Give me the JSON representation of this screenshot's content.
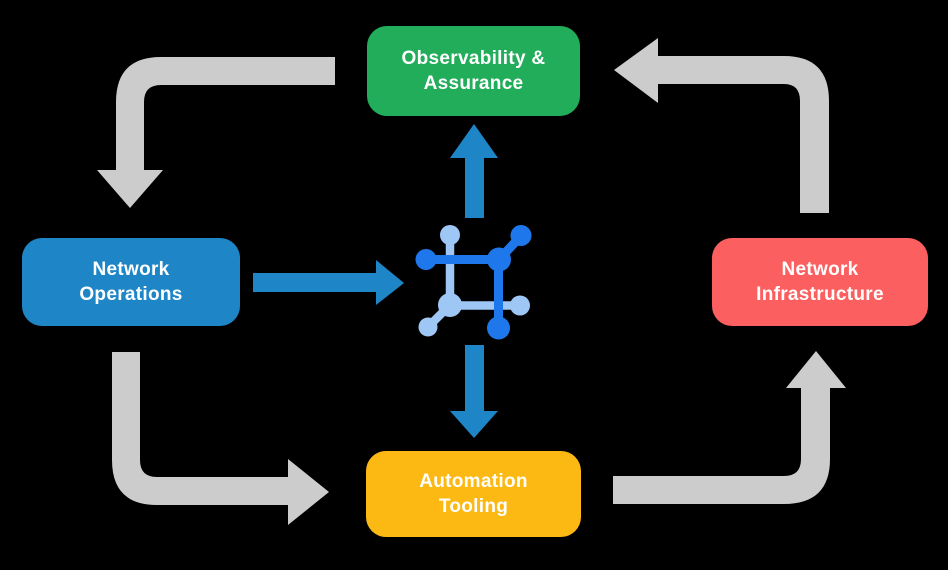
{
  "diagram": {
    "background_color": "#000000",
    "nodes": {
      "observability": {
        "line1": "Observability &",
        "line2": "Assurance",
        "color": "#22ad5a"
      },
      "operations": {
        "line1": "Network",
        "line2": "Operations",
        "color": "#1e86c7"
      },
      "infrastructure": {
        "line1": "Network",
        "line2": "Infrastructure",
        "color": "#fc5f5f"
      },
      "automation": {
        "line1": "Automation",
        "line2": "Tooling",
        "color": "#fcb813"
      }
    },
    "hub_icon": {
      "name": "network-automation-icon",
      "color_dark": "#1f78eb",
      "color_light": "#9ec7f5"
    },
    "arrow_colors": {
      "cycle": "#cccccc",
      "hub": "#1e86c7"
    },
    "edges": [
      {
        "from": "Observability & Assurance",
        "to": "Network Operations",
        "type": "cycle"
      },
      {
        "from": "Network Operations",
        "to": "Automation Tooling",
        "type": "cycle"
      },
      {
        "from": "Automation Tooling",
        "to": "Network Infrastructure",
        "type": "cycle"
      },
      {
        "from": "Network Infrastructure",
        "to": "Observability & Assurance",
        "type": "cycle"
      },
      {
        "from": "Network Operations",
        "to": "hub-icon",
        "type": "hub"
      },
      {
        "from": "hub-icon",
        "to": "Observability & Assurance",
        "type": "hub"
      },
      {
        "from": "hub-icon",
        "to": "Automation Tooling",
        "type": "hub"
      }
    ]
  }
}
